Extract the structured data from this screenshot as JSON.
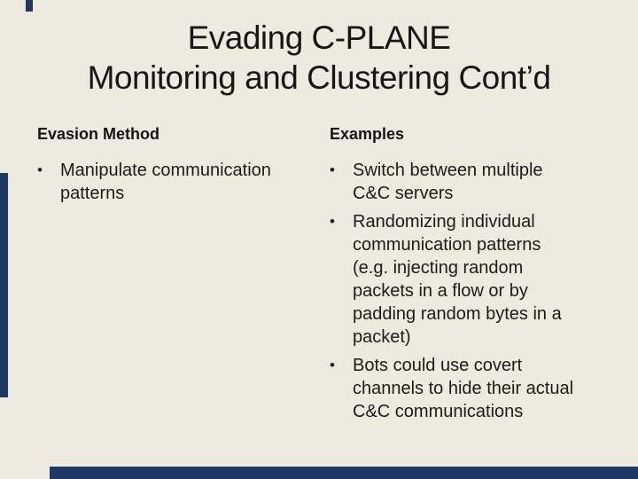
{
  "slide": {
    "title_lines": [
      "Evading C-PLANE",
      "Monitoring and Clustering Cont’d"
    ],
    "bullet_glyph": "•",
    "columns": [
      {
        "header": "Evasion Method",
        "bullets": [
          "Manipulate communication patterns"
        ]
      },
      {
        "header": "Examples",
        "bullets": [
          "Switch between multiple C&C servers",
          "Randomizing individual communication patterns (e.g. injecting random packets in a flow or by padding random bytes in a packet)",
          "Bots could use covert channels to hide their actual C&C communications"
        ]
      }
    ],
    "colors": {
      "background": "#EDEBDF",
      "text": "#1B1B1B",
      "accent_bar": "#1F3864"
    }
  }
}
